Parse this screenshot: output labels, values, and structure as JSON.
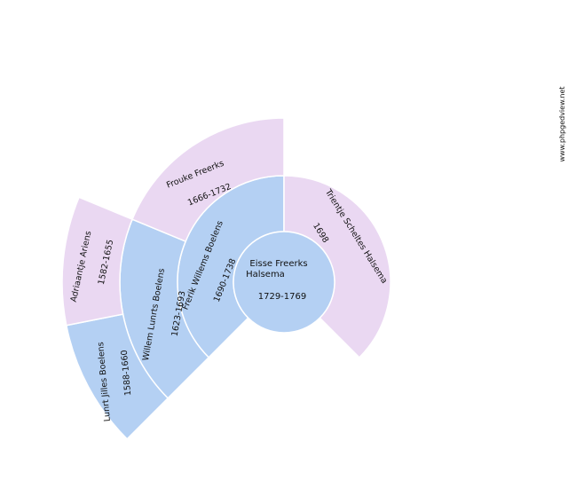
{
  "colors": {
    "background_ring": "#eeeeee",
    "male": "#b4d0f3",
    "female": "#ead8f2",
    "stroke": "#ffffff"
  },
  "site_credit": "www.phpgedview.net",
  "persons": {
    "root": {
      "name_line1": "Eisse Freerks",
      "name_line2": "Halsema",
      "dates": "1729-1769",
      "sex": "M"
    },
    "father": {
      "name": "Frerik Willems Boelens",
      "dates": "1690-1738",
      "sex": "M"
    },
    "mother": {
      "name": "Trientje Scheltes Halsema",
      "dates": "1698",
      "sex": "F"
    },
    "paternal_grandfather": {
      "name": "Willem Lunrts Boelens",
      "dates": "1623-1693",
      "sex": "M"
    },
    "paternal_grandmother": {
      "name": "Frouke Freerks",
      "dates": "1666-1732",
      "sex": "F"
    },
    "great_grandfather": {
      "name": "Lunrt Jilles Boelens",
      "dates": "1588-1660",
      "sex": "M"
    },
    "great_grandmother": {
      "name": "Adriaantje Ariens",
      "dates": "1582-1655",
      "sex": "F"
    }
  }
}
